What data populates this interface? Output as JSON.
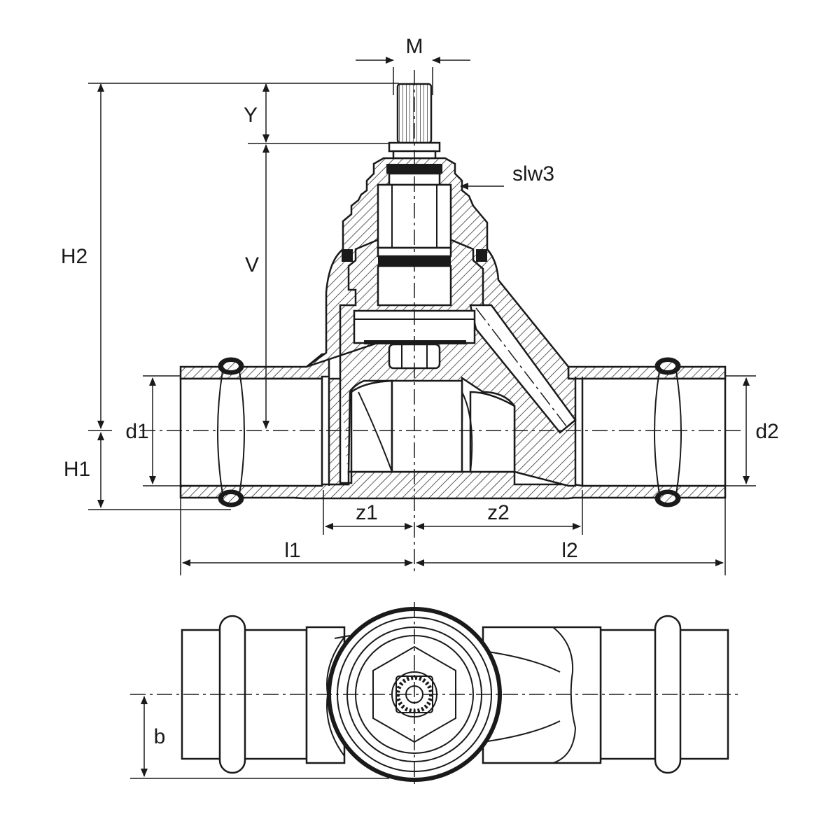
{
  "labels": {
    "M": "M",
    "Y": "Y",
    "slw3": "slw3",
    "H2": "H2",
    "V": "V",
    "d1": "d1",
    "d2": "d2",
    "H1": "H1",
    "z1": "z1",
    "z2": "z2",
    "l1": "l1",
    "l2": "l2",
    "b": "b"
  },
  "colors": {
    "line": "#1a1a1a",
    "background": "#ffffff"
  }
}
